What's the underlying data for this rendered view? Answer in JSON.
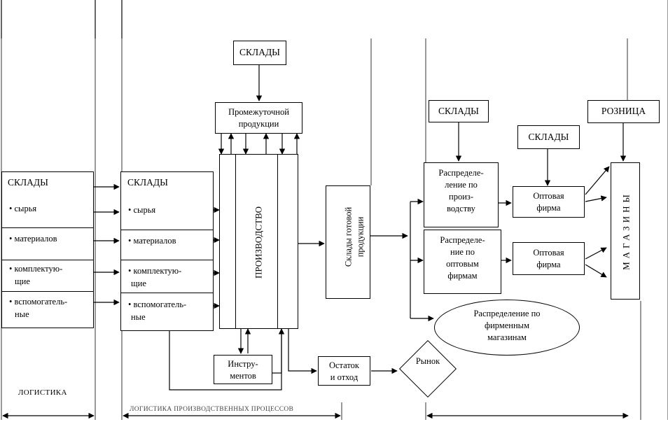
{
  "left_block": {
    "title": "СКЛАДЫ",
    "items": [
      "• сырья",
      "• материалов",
      "• комплектую-",
      "щие",
      "• вспомогатель-",
      "ные"
    ]
  },
  "mid_block": {
    "title": "СКЛАДЫ",
    "items": [
      "• сырья",
      "• материалов",
      "• комплектую-",
      "щие",
      "• вспомогатель-",
      "ные"
    ]
  },
  "top_sklady": "СКЛАДЫ",
  "intermediate": {
    "line1": "Промежуточной",
    "line2": "продукции"
  },
  "production": "ПРОИЗВОДСТВО",
  "instruments": {
    "line1": "Инстру-",
    "line2": "ментов"
  },
  "finished_goods": {
    "line1": "Склады готовой",
    "line2": "продукции"
  },
  "waste": {
    "line1": "Остаток",
    "line2": "и отход"
  },
  "market": "Рынок",
  "right_sklady_1": "СКЛАДЫ",
  "right_sklady_2": "СКЛАДЫ",
  "retail": "РОЗНИЦА",
  "dist_production": {
    "lines": [
      "Распределе-",
      "ление по",
      "произ-",
      "водству"
    ]
  },
  "dist_wholesale": {
    "lines": [
      "Распределе-",
      "ние по",
      "оптовым",
      "фирмам"
    ]
  },
  "dist_shops": {
    "lines": [
      "Распределение по",
      "фирменным",
      "магазинам"
    ]
  },
  "wholesale_1": {
    "line1": "Оптовая",
    "line2": "фирма"
  },
  "wholesale_2": {
    "line1": "Оптовая",
    "line2": "фирма"
  },
  "shops": "МАГАЗИНЫ",
  "bottom_label_left": "ЛОГИСТИКА",
  "bottom_label_mid": "ЛОГИСТИКА ПРОИЗВОДСТВЕННЫХ ПРОЦЕССОВ"
}
